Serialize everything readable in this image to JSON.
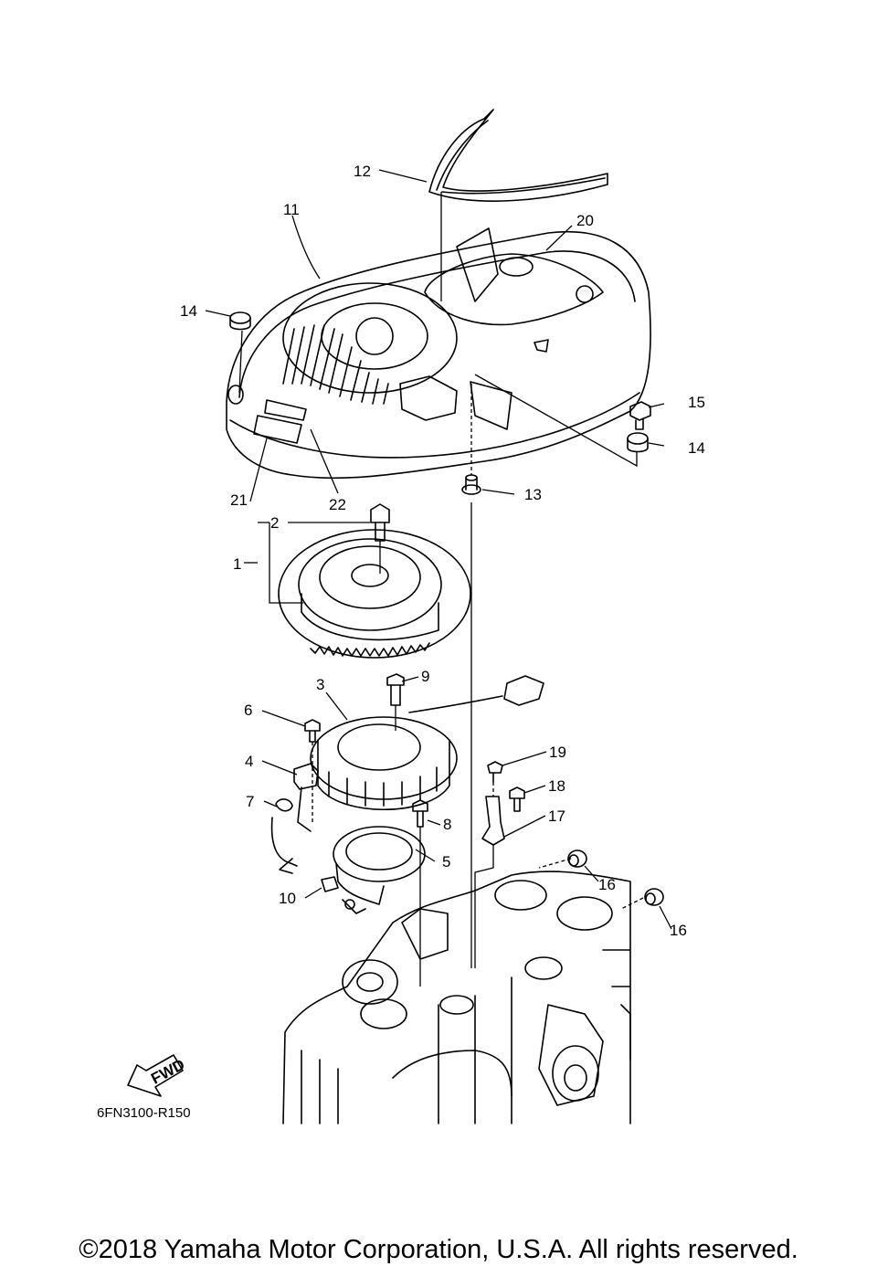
{
  "diagram": {
    "part_code": "6FN3100-R150",
    "fwd_badge": "FWD",
    "callouts": {
      "c1": "1",
      "c2": "2",
      "c3": "3",
      "c4": "4",
      "c5": "5",
      "c6": "6",
      "c7": "7",
      "c8": "8",
      "c9": "9",
      "c10": "10",
      "c11": "11",
      "c12": "12",
      "c13": "13",
      "c14a": "14",
      "c14b": "14",
      "c15": "15",
      "c16a": "16",
      "c16b": "16",
      "c17": "17",
      "c18": "18",
      "c19": "19",
      "c20": "20",
      "c21": "21",
      "c22": "22"
    }
  },
  "footer": {
    "copyright": "©2018 Yamaha Motor Corporation, U.S.A. All rights reserved."
  }
}
